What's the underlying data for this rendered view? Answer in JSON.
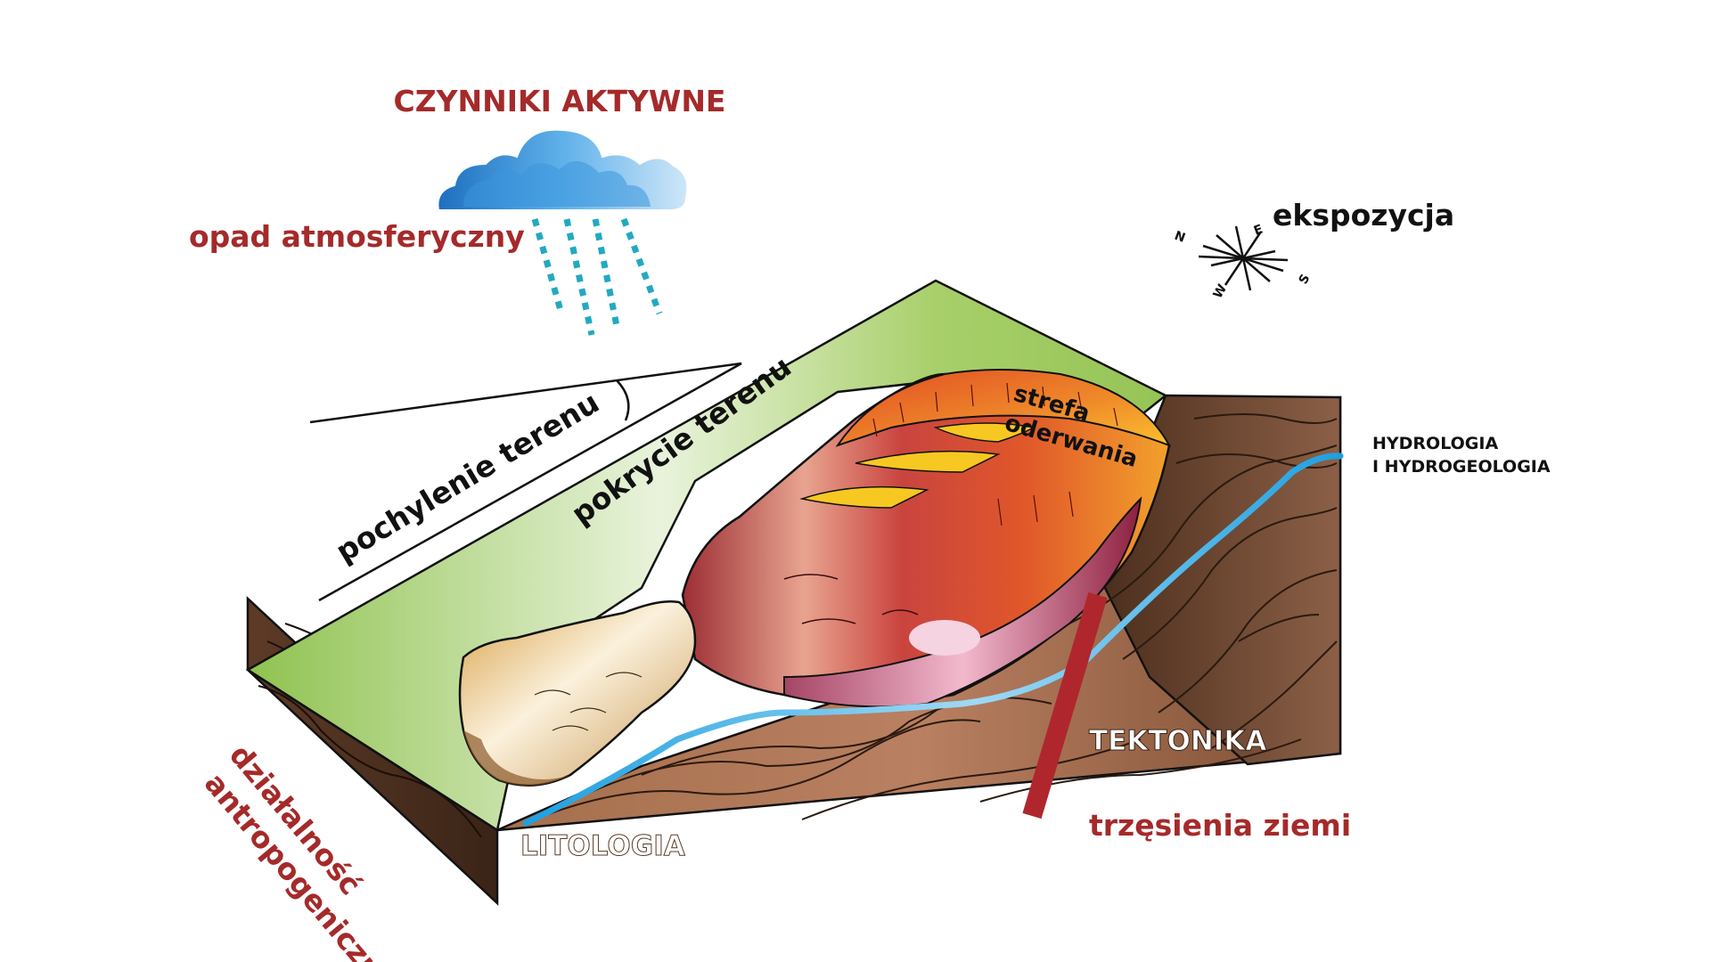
{
  "title": "CZYNNIKI AKTYWNE",
  "labels": {
    "precipitation": "opad atmosferyczny",
    "exposure": "ekspozycja",
    "slope": "pochylenie terenu",
    "cover": "pokrycie terenu",
    "detachment_line1": "strefa",
    "detachment_line2": "oderwania",
    "hydrology_line1": "HYDROLOGIA",
    "hydrology_line2": "I HYDROGEOLOGIA",
    "tectonics": "TEKTONIKA",
    "earthquakes": "trzęsienia ziemi",
    "lithology": "LITOLOGIA",
    "anthropogenic_line1": "działalność",
    "anthropogenic_line2": "antropogeniczna"
  },
  "compass": {
    "n": "N",
    "e": "E",
    "s": "S",
    "w": "W"
  },
  "colors": {
    "accent_red": "#a52a2a",
    "black_text": "#111111",
    "grass": "#9cc65a",
    "soil": "#8a5a3c",
    "water": "#29a3dd",
    "cloud": "#2f8fd6",
    "rain": "#23a9bf",
    "fault": "#b0262d"
  },
  "icons": {
    "cloud": "rain-cloud-icon",
    "compass": "compass-rose-icon"
  }
}
